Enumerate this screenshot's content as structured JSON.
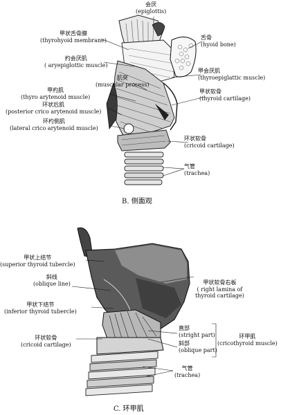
{
  "panel_b": {
    "caption": "B. 侧面观",
    "labels": {
      "epiglottis": {
        "zh": "会厌",
        "en": "(epiglottis)"
      },
      "thyrohyoid_membrane": {
        "zh": "甲状舌骨膜",
        "en": "(thyrohyoid membrane)"
      },
      "hyoid_bone": {
        "zh": "舌骨",
        "en": "(hyoid bone)"
      },
      "aryepiglottic_muscle": {
        "zh": "杓会厌肌",
        "en": "( aryepiglottic muscle)"
      },
      "thyroepiglattic_muscle": {
        "zh": "甲会厌肌",
        "en": "(thyroepiglattic muscle)"
      },
      "muscular_process": {
        "zh": "肌突",
        "en": "(muscular process)"
      },
      "thyro_arytenoid_muscle": {
        "zh": "甲杓肌",
        "en": "(thyro arytenoid muscle)"
      },
      "thyroid_cartilage": {
        "zh": "甲状软骨",
        "en": "(thyroid cartilage)"
      },
      "posterior_crico_arytenoid": {
        "zh": "环状后肌",
        "en": "(posterior crico arytenoid muscle)"
      },
      "lateral_crico_arytenoid": {
        "zh": "环杓侧肌",
        "en": "(lateral crico arytenoid muscle)"
      },
      "cricoid_cartilage": {
        "zh": "环状软骨",
        "en": "(cricoid cartilage)"
      },
      "trachea": {
        "zh": "气管",
        "en": "(trachea)"
      }
    }
  },
  "panel_c": {
    "caption": "C. 环甲肌",
    "labels": {
      "superior_thyroid_tubercle": {
        "zh": "甲状上结节",
        "en": "(superior thyroid tubercle)"
      },
      "oblique_line": {
        "zh": "斜线",
        "en": "(oblique line)"
      },
      "right_lamina": {
        "zh": "甲状软骨右板",
        "en1": "( right lamina of",
        "en2": "thyroid cartilage)"
      },
      "inferior_thyroid_tubercle": {
        "zh": "甲状下结节",
        "en": "(inferior thyroid tubercle)"
      },
      "stright_part": {
        "zh": "直部",
        "en": "(stright part)"
      },
      "oblique_part": {
        "zh": "斜部",
        "en": "(oblique part)"
      },
      "cricothyroid_muscle": {
        "zh": "环甲肌",
        "en": "(cricothyroid muscle)"
      },
      "cricoid_cartilage": {
        "zh": "环状软骨",
        "en": "(cricoid cartilage)"
      },
      "trachea": {
        "zh": "气管",
        "en": "(trachea)"
      }
    }
  }
}
